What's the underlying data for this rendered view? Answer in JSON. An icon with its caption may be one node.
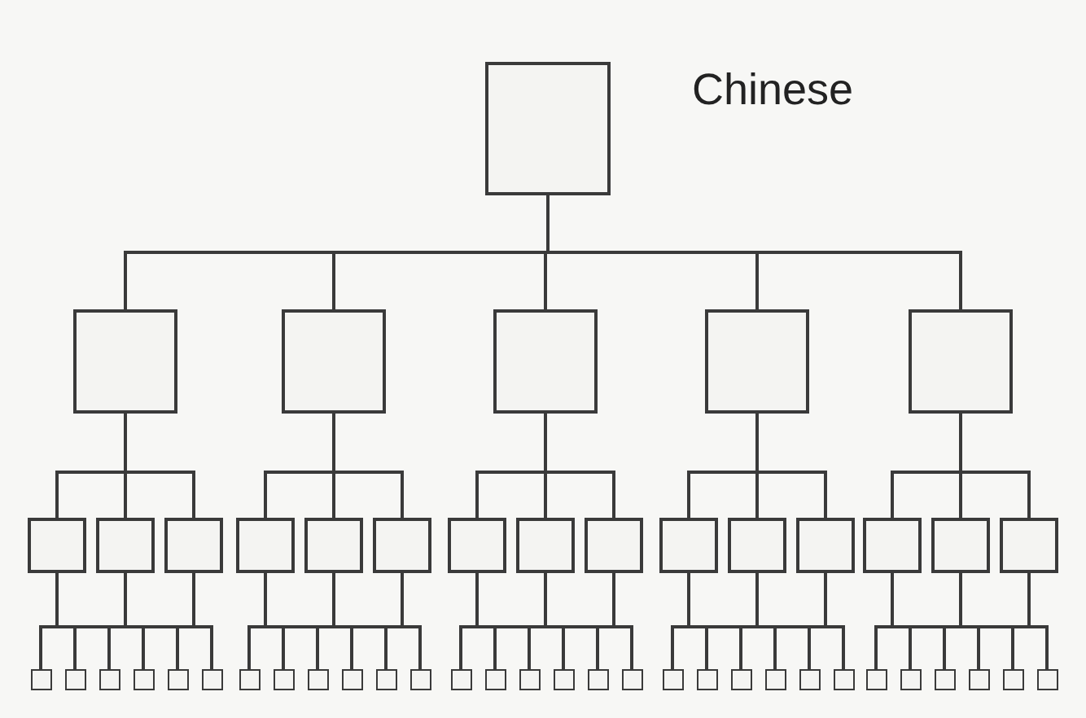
{
  "diagram": {
    "nodes": [
      {
        "text": [],
        "shape": "box"
      },
      {
        "text": [],
        "shape": "box"
      },
      {
        "text": [],
        "shape": "box"
      },
      {
        "text": [],
        "shape": "box"
      },
      {
        "text": [],
        "shape": "box"
      },
      {
        "text": [],
        "shape": "box"
      },
      {
        "text": [],
        "shape": "box"
      },
      {
        "text": [],
        "shape": "box"
      },
      {
        "text": [],
        "shape": "box"
      },
      {
        "text": [],
        "shape": "box"
      },
      {
        "text": [],
        "shape": "box"
      },
      {
        "text": [],
        "shape": "box"
      },
      {
        "text": [],
        "shape": "box"
      },
      {
        "text": [],
        "shape": "box"
      },
      {
        "text": [],
        "shape": "box"
      },
      {
        "text": [],
        "shape": "box"
      },
      {
        "text": [],
        "shape": "box"
      },
      {
        "text": [],
        "shape": "box"
      },
      {
        "text": [],
        "shape": "box"
      },
      {
        "text": [],
        "shape": "box"
      },
      {
        "text": [],
        "shape": "box"
      },
      {
        "text": [],
        "shape": "box"
      },
      {
        "text": [],
        "shape": "box"
      },
      {
        "text": [],
        "shape": "box"
      },
      {
        "text": [],
        "shape": "box"
      },
      {
        "text": [],
        "shape": "box"
      },
      {
        "text": [],
        "shape": "box"
      },
      {
        "text": [],
        "shape": "box"
      },
      {
        "text": [],
        "shape": "box"
      },
      {
        "text": [],
        "shape": "box"
      },
      {
        "text": [],
        "shape": "box"
      },
      {
        "text": [],
        "shape": "box"
      },
      {
        "text": [],
        "shape": "box"
      },
      {
        "text": [],
        "shape": "box"
      },
      {
        "text": [],
        "shape": "box"
      },
      {
        "text": [],
        "shape": "box"
      },
      {
        "text": [],
        "shape": "box"
      },
      {
        "text": [],
        "shape": "box"
      },
      {
        "text": [],
        "shape": "box"
      },
      {
        "text": [],
        "shape": "box"
      },
      {
        "text": [],
        "shape": "box"
      },
      {
        "text": [],
        "shape": "box"
      },
      {
        "text": [],
        "shape": "box"
      },
      {
        "text": [],
        "shape": "box"
      },
      {
        "text": [],
        "shape": "box"
      },
      {
        "text": [],
        "shape": "box"
      },
      {
        "text": [],
        "shape": "box"
      },
      {
        "text": [],
        "shape": "box"
      },
      {
        "text": [],
        "shape": "box"
      },
      {
        "text": [],
        "shape": "box"
      },
      {
        "text": [],
        "shape": "box"
      }
    ],
    "edges": [
      {
        "from": 0,
        "to": 1,
        "arrow": "none"
      },
      {
        "from": 0,
        "to": 2,
        "arrow": "none"
      },
      {
        "from": 0,
        "to": 3,
        "arrow": "none"
      },
      {
        "from": 0,
        "to": 4,
        "arrow": "none"
      },
      {
        "from": 0,
        "to": 5,
        "arrow": "none"
      },
      {
        "from": 1,
        "to": 6,
        "arrow": "none"
      },
      {
        "from": 1,
        "to": 7,
        "arrow": "none"
      },
      {
        "from": 1,
        "to": 8,
        "arrow": "none"
      },
      {
        "from": 2,
        "to": 9,
        "arrow": "none"
      },
      {
        "from": 2,
        "to": 10,
        "arrow": "none"
      },
      {
        "from": 2,
        "to": 11,
        "arrow": "none"
      },
      {
        "from": 3,
        "to": 12,
        "arrow": "none"
      },
      {
        "from": 3,
        "to": 13,
        "arrow": "none"
      },
      {
        "from": 3,
        "to": 14,
        "arrow": "none"
      },
      {
        "from": 4,
        "to": 15,
        "arrow": "none"
      },
      {
        "from": 4,
        "to": 16,
        "arrow": "none"
      },
      {
        "from": 4,
        "to": 17,
        "arrow": "none"
      },
      {
        "from": 5,
        "to": 18,
        "arrow": "none"
      },
      {
        "from": 5,
        "to": 19,
        "arrow": "none"
      },
      {
        "from": 5,
        "to": 20,
        "arrow": "none"
      },
      {
        "from": 6,
        "to": 21,
        "arrow": "none"
      },
      {
        "from": 6,
        "to": 22,
        "arrow": "none"
      },
      {
        "from": 6,
        "to": 23,
        "arrow": "none"
      },
      {
        "from": 6,
        "to": 24,
        "arrow": "none"
      },
      {
        "from": 6,
        "to": 25,
        "arrow": "none"
      },
      {
        "from": 6,
        "to": 26,
        "arrow": "none"
      },
      {
        "from": 7,
        "to": 21,
        "arrow": "none"
      },
      {
        "from": 7,
        "to": 22,
        "arrow": "none"
      },
      {
        "from": 7,
        "to": 23,
        "arrow": "none"
      },
      {
        "from": 7,
        "to": 24,
        "arrow": "none"
      },
      {
        "from": 7,
        "to": 25,
        "arrow": "none"
      },
      {
        "from": 7,
        "to": 26,
        "arrow": "none"
      },
      {
        "from": 8,
        "to": 21,
        "arrow": "none"
      },
      {
        "from": 8,
        "to": 22,
        "arrow": "none"
      },
      {
        "from": 8,
        "to": 23,
        "arrow": "none"
      },
      {
        "from": 8,
        "to": 24,
        "arrow": "none"
      },
      {
        "from": 8,
        "to": 25,
        "arrow": "none"
      },
      {
        "from": 8,
        "to": 26,
        "arrow": "none"
      },
      {
        "from": 9,
        "to": 27,
        "arrow": "none"
      },
      {
        "from": 9,
        "to": 28,
        "arrow": "none"
      },
      {
        "from": 9,
        "to": 29,
        "arrow": "none"
      },
      {
        "from": 9,
        "to": 30,
        "arrow": "none"
      },
      {
        "from": 9,
        "to": 31,
        "arrow": "none"
      },
      {
        "from": 9,
        "to": 32,
        "arrow": "none"
      },
      {
        "from": 10,
        "to": 27,
        "arrow": "none"
      },
      {
        "from": 10,
        "to": 28,
        "arrow": "none"
      },
      {
        "from": 10,
        "to": 29,
        "arrow": "none"
      },
      {
        "from": 10,
        "to": 30,
        "arrow": "none"
      },
      {
        "from": 10,
        "to": 31,
        "arrow": "none"
      },
      {
        "from": 10,
        "to": 32,
        "arrow": "none"
      },
      {
        "from": 11,
        "to": 27,
        "arrow": "none"
      },
      {
        "from": 11,
        "to": 28,
        "arrow": "none"
      },
      {
        "from": 11,
        "to": 29,
        "arrow": "none"
      },
      {
        "from": 11,
        "to": 30,
        "arrow": "none"
      },
      {
        "from": 11,
        "to": 31,
        "arrow": "none"
      },
      {
        "from": 11,
        "to": 32,
        "arrow": "none"
      },
      {
        "from": 12,
        "to": 33,
        "arrow": "none"
      },
      {
        "from": 12,
        "to": 34,
        "arrow": "none"
      },
      {
        "from": 12,
        "to": 35,
        "arrow": "none"
      },
      {
        "from": 12,
        "to": 36,
        "arrow": "none"
      },
      {
        "from": 12,
        "to": 37,
        "arrow": "none"
      },
      {
        "from": 12,
        "to": 38,
        "arrow": "none"
      },
      {
        "from": 13,
        "to": 33,
        "arrow": "none"
      },
      {
        "from": 13,
        "to": 34,
        "arrow": "none"
      },
      {
        "from": 13,
        "to": 35,
        "arrow": "none"
      },
      {
        "from": 13,
        "to": 36,
        "arrow": "none"
      },
      {
        "from": 13,
        "to": 37,
        "arrow": "none"
      },
      {
        "from": 13,
        "to": 38,
        "arrow": "none"
      },
      {
        "from": 14,
        "to": 33,
        "arrow": "none"
      },
      {
        "from": 14,
        "to": 34,
        "arrow": "none"
      },
      {
        "from": 14,
        "to": 35,
        "arrow": "none"
      },
      {
        "from": 14,
        "to": 36,
        "arrow": "none"
      },
      {
        "from": 14,
        "to": 37,
        "arrow": "none"
      },
      {
        "from": 14,
        "to": 38,
        "arrow": "none"
      },
      {
        "from": 15,
        "to": 39,
        "arrow": "none"
      },
      {
        "from": 15,
        "to": 40,
        "arrow": "none"
      },
      {
        "from": 15,
        "to": 41,
        "arrow": "none"
      },
      {
        "from": 15,
        "to": 42,
        "arrow": "none"
      },
      {
        "from": 15,
        "to": 43,
        "arrow": "none"
      },
      {
        "from": 15,
        "to": 44,
        "arrow": "none"
      },
      {
        "from": 16,
        "to": 39,
        "arrow": "none"
      },
      {
        "from": 16,
        "to": 40,
        "arrow": "none"
      },
      {
        "from": 16,
        "to": 41,
        "arrow": "none"
      },
      {
        "from": 16,
        "to": 42,
        "arrow": "none"
      },
      {
        "from": 16,
        "to": 43,
        "arrow": "none"
      },
      {
        "from": 16,
        "to": 44,
        "arrow": "none"
      },
      {
        "from": 17,
        "to": 39,
        "arrow": "none"
      },
      {
        "from": 17,
        "to": 40,
        "arrow": "none"
      },
      {
        "from": 17,
        "to": 41,
        "arrow": "none"
      },
      {
        "from": 17,
        "to": 42,
        "arrow": "none"
      },
      {
        "from": 17,
        "to": 43,
        "arrow": "none"
      },
      {
        "from": 17,
        "to": 44,
        "arrow": "none"
      },
      {
        "from": 18,
        "to": 45,
        "arrow": "none"
      },
      {
        "from": 18,
        "to": 46,
        "arrow": "none"
      },
      {
        "from": 18,
        "to": 47,
        "arrow": "none"
      },
      {
        "from": 18,
        "to": 48,
        "arrow": "none"
      },
      {
        "from": 18,
        "to": 49,
        "arrow": "none"
      },
      {
        "from": 18,
        "to": 50,
        "arrow": "none"
      },
      {
        "from": 19,
        "to": 45,
        "arrow": "none"
      },
      {
        "from": 19,
        "to": 46,
        "arrow": "none"
      },
      {
        "from": 19,
        "to": 47,
        "arrow": "none"
      },
      {
        "from": 19,
        "to": 48,
        "arrow": "none"
      },
      {
        "from": 19,
        "to": 49,
        "arrow": "none"
      },
      {
        "from": 19,
        "to": 50,
        "arrow": "none"
      },
      {
        "from": 20,
        "to": 45,
        "arrow": "none"
      },
      {
        "from": 20,
        "to": 46,
        "arrow": "none"
      },
      {
        "from": 20,
        "to": 47,
        "arrow": "none"
      },
      {
        "from": 20,
        "to": 48,
        "arrow": "none"
      },
      {
        "from": 20,
        "to": 49,
        "arrow": "none"
      },
      {
        "from": 20,
        "to": 50,
        "arrow": "none"
      }
    ],
    "labels": [
      "Chinese"
    ]
  }
}
